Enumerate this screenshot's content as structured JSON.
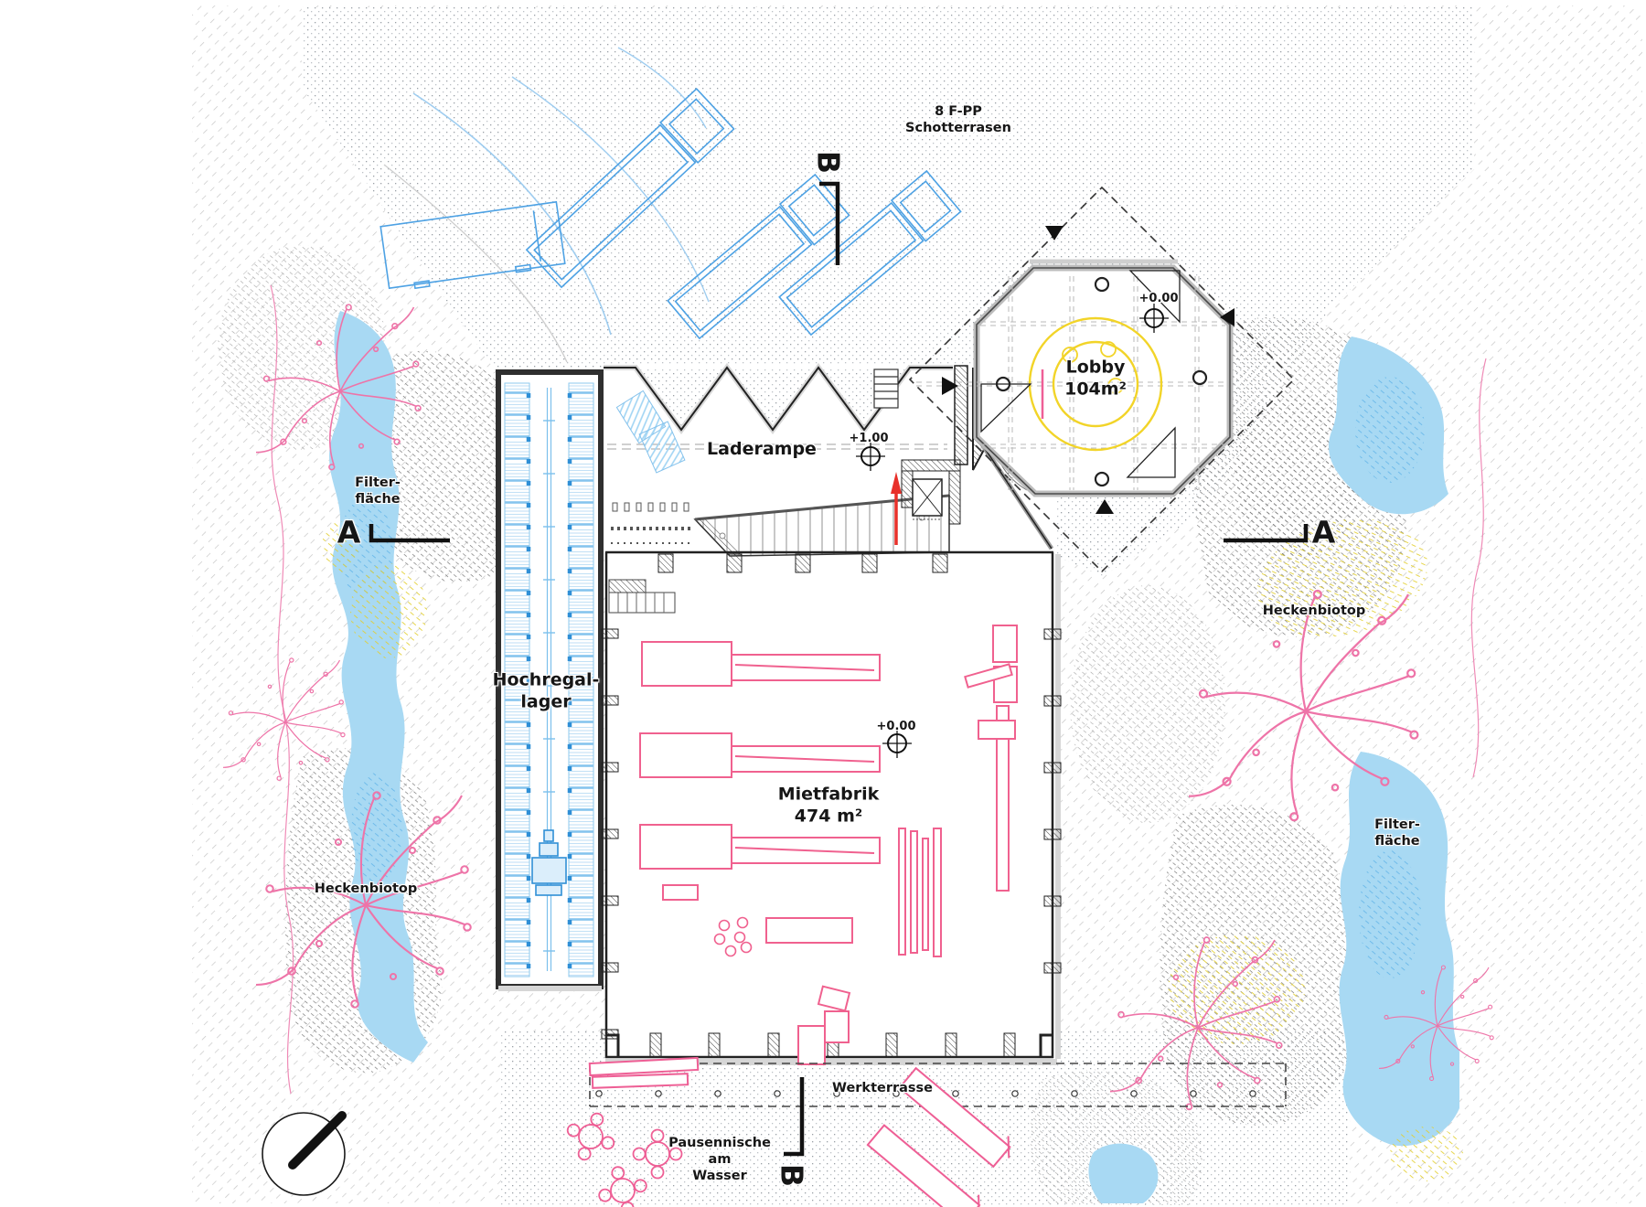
{
  "labels": {
    "parking": {
      "line1": "8 F-PP",
      "line2": "Schotterrasen"
    },
    "lobby": {
      "name": "Lobby",
      "area": "104m²"
    },
    "laderampe": {
      "name": "Laderampe"
    },
    "hochregallager": {
      "line1": "Hochregal-",
      "line2": "lager"
    },
    "mietfabrik": {
      "name": "Mietfabrik",
      "area": "474 m²"
    },
    "heckenbiotop_left": {
      "name": "Heckenbiotop"
    },
    "heckenbiotop_right": {
      "name": "Heckenbiotop"
    },
    "filterflaeche_left": {
      "line1": "Filter-",
      "line2": "fläche"
    },
    "filterflaeche_right": {
      "line1": "Filter-",
      "line2": "fläche"
    },
    "werkterrasse": {
      "name": "Werkterrasse"
    },
    "pausennische": {
      "line1": "Pausennische",
      "line2": "am",
      "line3": "Wasser"
    }
  },
  "levels": {
    "lobby": "+0.00",
    "laderampe": "+1.00",
    "mietfabrik": "+0.00"
  },
  "section_markers": {
    "a_left": "A",
    "a_right": "A",
    "b_top": "B",
    "b_bottom": "B"
  },
  "icons": {
    "north_arrow": "north-arrow-icon",
    "level_marker": "crosshair-level-marker",
    "entry_arrow": "entrance-arrow-icon"
  },
  "colors": {
    "machine_pink": "#f0618f",
    "truck_blue": "#4ea2e4",
    "rack_blue": "#8ec9ee",
    "circulation_yellow": "#f2d428",
    "water_blue": "#a8d9f3",
    "entry_arrow_red": "#e8302a",
    "wall_dark": "#2b2b2b"
  }
}
